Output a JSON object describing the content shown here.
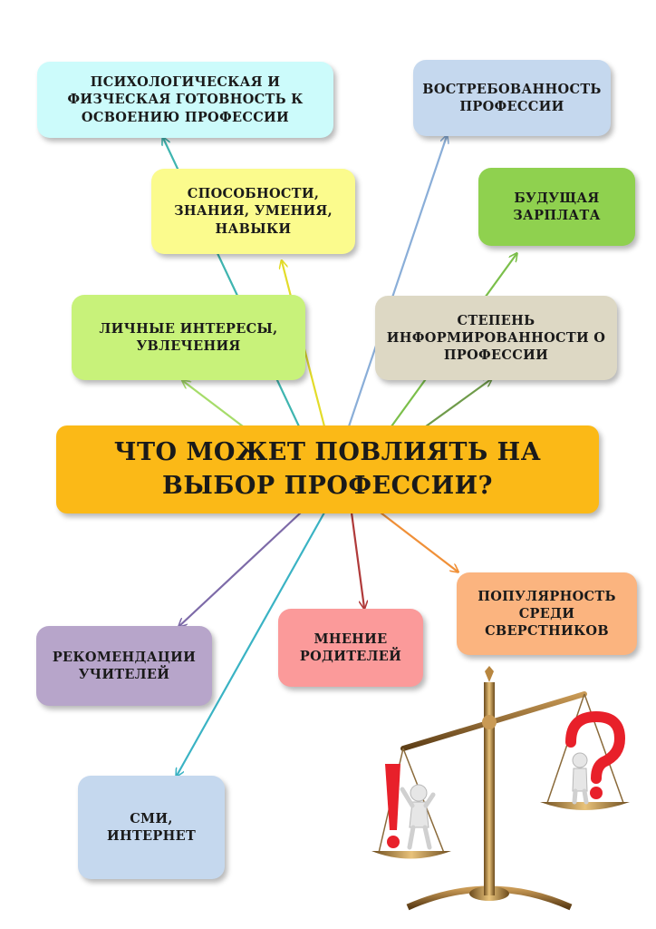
{
  "center": {
    "text": "ЧТО МОЖЕТ ПОВЛИЯТЬ НА\nВЫБОР ПРОФЕССИИ?",
    "color": "#fbb917"
  },
  "boxes": [
    {
      "id": "psych",
      "text": "ПСИХОЛОГИЧЕСКАЯ И\nФИЗЧЕСКАЯ ГОТОВНОСТЬ  К\nОСВОЕНИЮ ПРОФЕССИИ",
      "color": "#ccfbfb"
    },
    {
      "id": "demand",
      "text": "ВОСТРЕБОВАННОСТЬ\nПРОФЕССИИ",
      "color": "#c5d8ee"
    },
    {
      "id": "abilities",
      "text": "СПОСОБНОСТИ,\nЗНАНИЯ, УМЕНИЯ,\nНАВЫКИ",
      "color": "#fbfb8d"
    },
    {
      "id": "salary",
      "text": "БУДУЩАЯ\nЗАРПЛАТА",
      "color": "#8fd14f"
    },
    {
      "id": "interests",
      "text": "ЛИЧНЫЕ ИНТЕРЕСЫ,\nУВЛЕЧЕНИЯ",
      "color": "#c8f27a"
    },
    {
      "id": "informed",
      "text": "СТЕПЕНЬ\nИНФОРМИРОВАННОСТИ О\nПРОФЕССИИ",
      "color": "#ddd8c4"
    },
    {
      "id": "popularity",
      "text": "ПОПУЛЯРНОСТЬ\nСРЕДИ\nСВЕРСТНИКОВ",
      "color": "#fbb47f"
    },
    {
      "id": "teachers",
      "text": "РЕКОМЕНДАЦИИ\nУЧИТЕЛЕЙ",
      "color": "#b7a5ca"
    },
    {
      "id": "parents",
      "text": "МНЕНИЕ\nРОДИТЕЛЕЙ",
      "color": "#fb9a9a"
    },
    {
      "id": "media",
      "text": "СМИ,\nИНТЕРНЕТ",
      "color": "#c5d8ee"
    }
  ],
  "picture": {
    "icon": "scales-with-exclamation-and-question-icon",
    "exclamation_color": "#e8202a",
    "question_color": "#e8202a"
  }
}
